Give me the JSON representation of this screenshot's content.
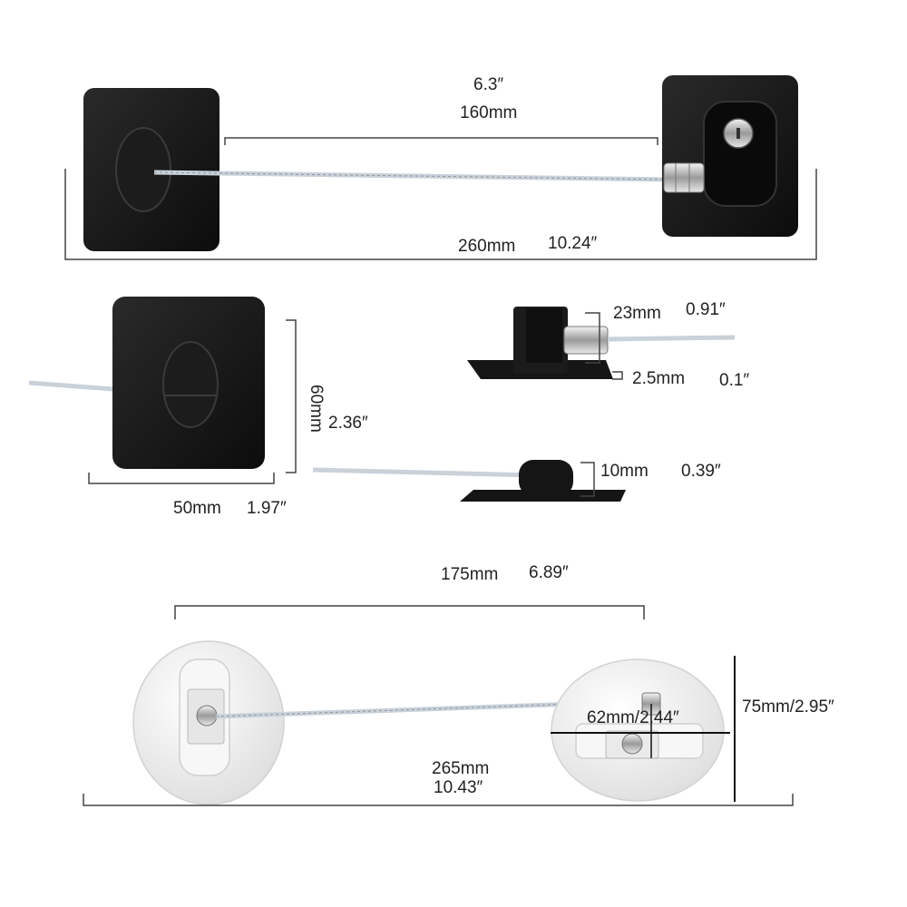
{
  "product": {
    "top": {
      "span_in": "6.3″",
      "span_mm": "160mm",
      "total_mm": "260mm",
      "total_in": "10.24″"
    },
    "middle": {
      "pad_height_mm": "60mm",
      "pad_height_in": "2.36″",
      "pad_width_mm": "50mm",
      "pad_width_in": "1.97″",
      "lock_height_mm": "23mm",
      "lock_height_in": "0.91″",
      "base_thickness_mm": "2.5mm",
      "base_thickness_in": "0.1″",
      "knob_height_mm": "10mm",
      "knob_height_in": "0.39″"
    },
    "bottom": {
      "span_label": "175mm",
      "span_in": "6.89″",
      "small_disc_width": "62mm/2.44″",
      "disc_height": "75mm/2.95″",
      "total_mm": "265mm",
      "total_in": "10.43″"
    }
  },
  "colors": {
    "black_part": "#141414",
    "white_part": "#f4f4f4",
    "cable": "#c9d1d9",
    "dimension_line": "#444444"
  }
}
